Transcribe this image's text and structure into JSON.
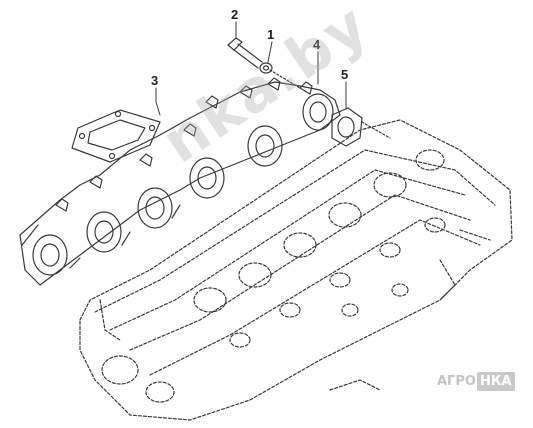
{
  "callouts": {
    "c1": "1",
    "c2": "2",
    "c3": "3",
    "c4": "4",
    "c5": "5"
  },
  "watermark": {
    "center_text": "nka.by",
    "corner_prefix": "АГРО",
    "corner_box": "НКА"
  },
  "colors": {
    "line": "#3a3a3a",
    "watermark": "#b0b0b0"
  }
}
